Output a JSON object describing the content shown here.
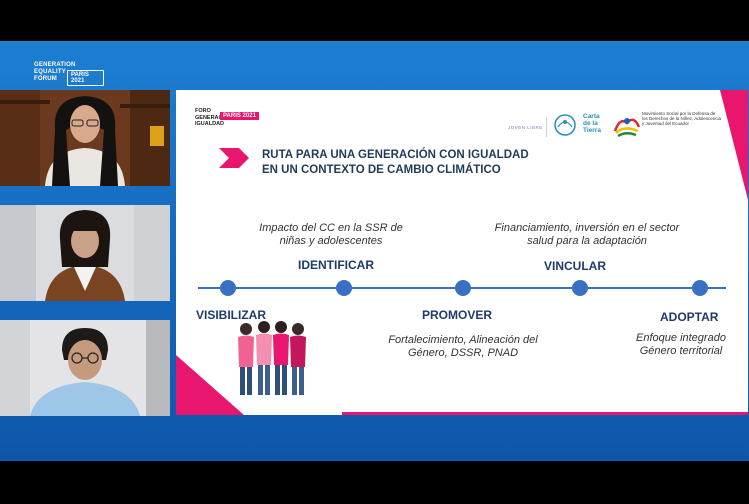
{
  "brand": {
    "logo_line1": "GENERATION",
    "logo_line2": "EQUALITY",
    "logo_line3": "FORUM",
    "logo_badge": "PARIS 2021"
  },
  "participants": [
    {
      "id": "participant-1"
    },
    {
      "id": "participant-2"
    },
    {
      "id": "participant-3"
    }
  ],
  "slide": {
    "foro_line1": "FORO",
    "foro_line2": "GENERACIÓN",
    "foro_line3": "IGUALDAD",
    "foro_badge": "PARIS 2021",
    "partner_joven": "JOVEN LIBRE",
    "partner_carta_line1": "Carta",
    "partner_carta_line2": "de la",
    "partner_carta_line3": "Tierra",
    "partner_mov": "Movimiento Social por la Defensa de los Derechos de la Niñez, Adolescencia y Juventud del Ecuador",
    "title_line1": "RUTA PARA UNA GENERACIÓN CON IGUALDAD",
    "title_line2": "EN UN CONTEXTO DE CAMBIO CLIMÁTICO",
    "desc_identificar_l1": "Impacto del CC en la SSR de",
    "desc_identificar_l2": "niñas y adolescentes",
    "desc_vincular_l1": "Financiamiento, inversión en el sector",
    "desc_vincular_l2": "salud para la adaptación",
    "stage_identificar": "IDENTIFICAR",
    "stage_vincular": "VINCULAR",
    "stage_visibilizar": "VISIBILIZAR",
    "stage_promover": "PROMOVER",
    "stage_adoptar": "ADOPTAR",
    "desc_promover_l1": "Fortalecimiento, Alineación del",
    "desc_promover_l2": "Género, DSSR, PNAD",
    "desc_adoptar_l1": "Enfoque integrado",
    "desc_adoptar_l2": "Género territorial"
  },
  "colors": {
    "accent_pink": "#e8166e",
    "timeline_blue": "#3b6fc4",
    "stage_blue": "#1467bd"
  }
}
